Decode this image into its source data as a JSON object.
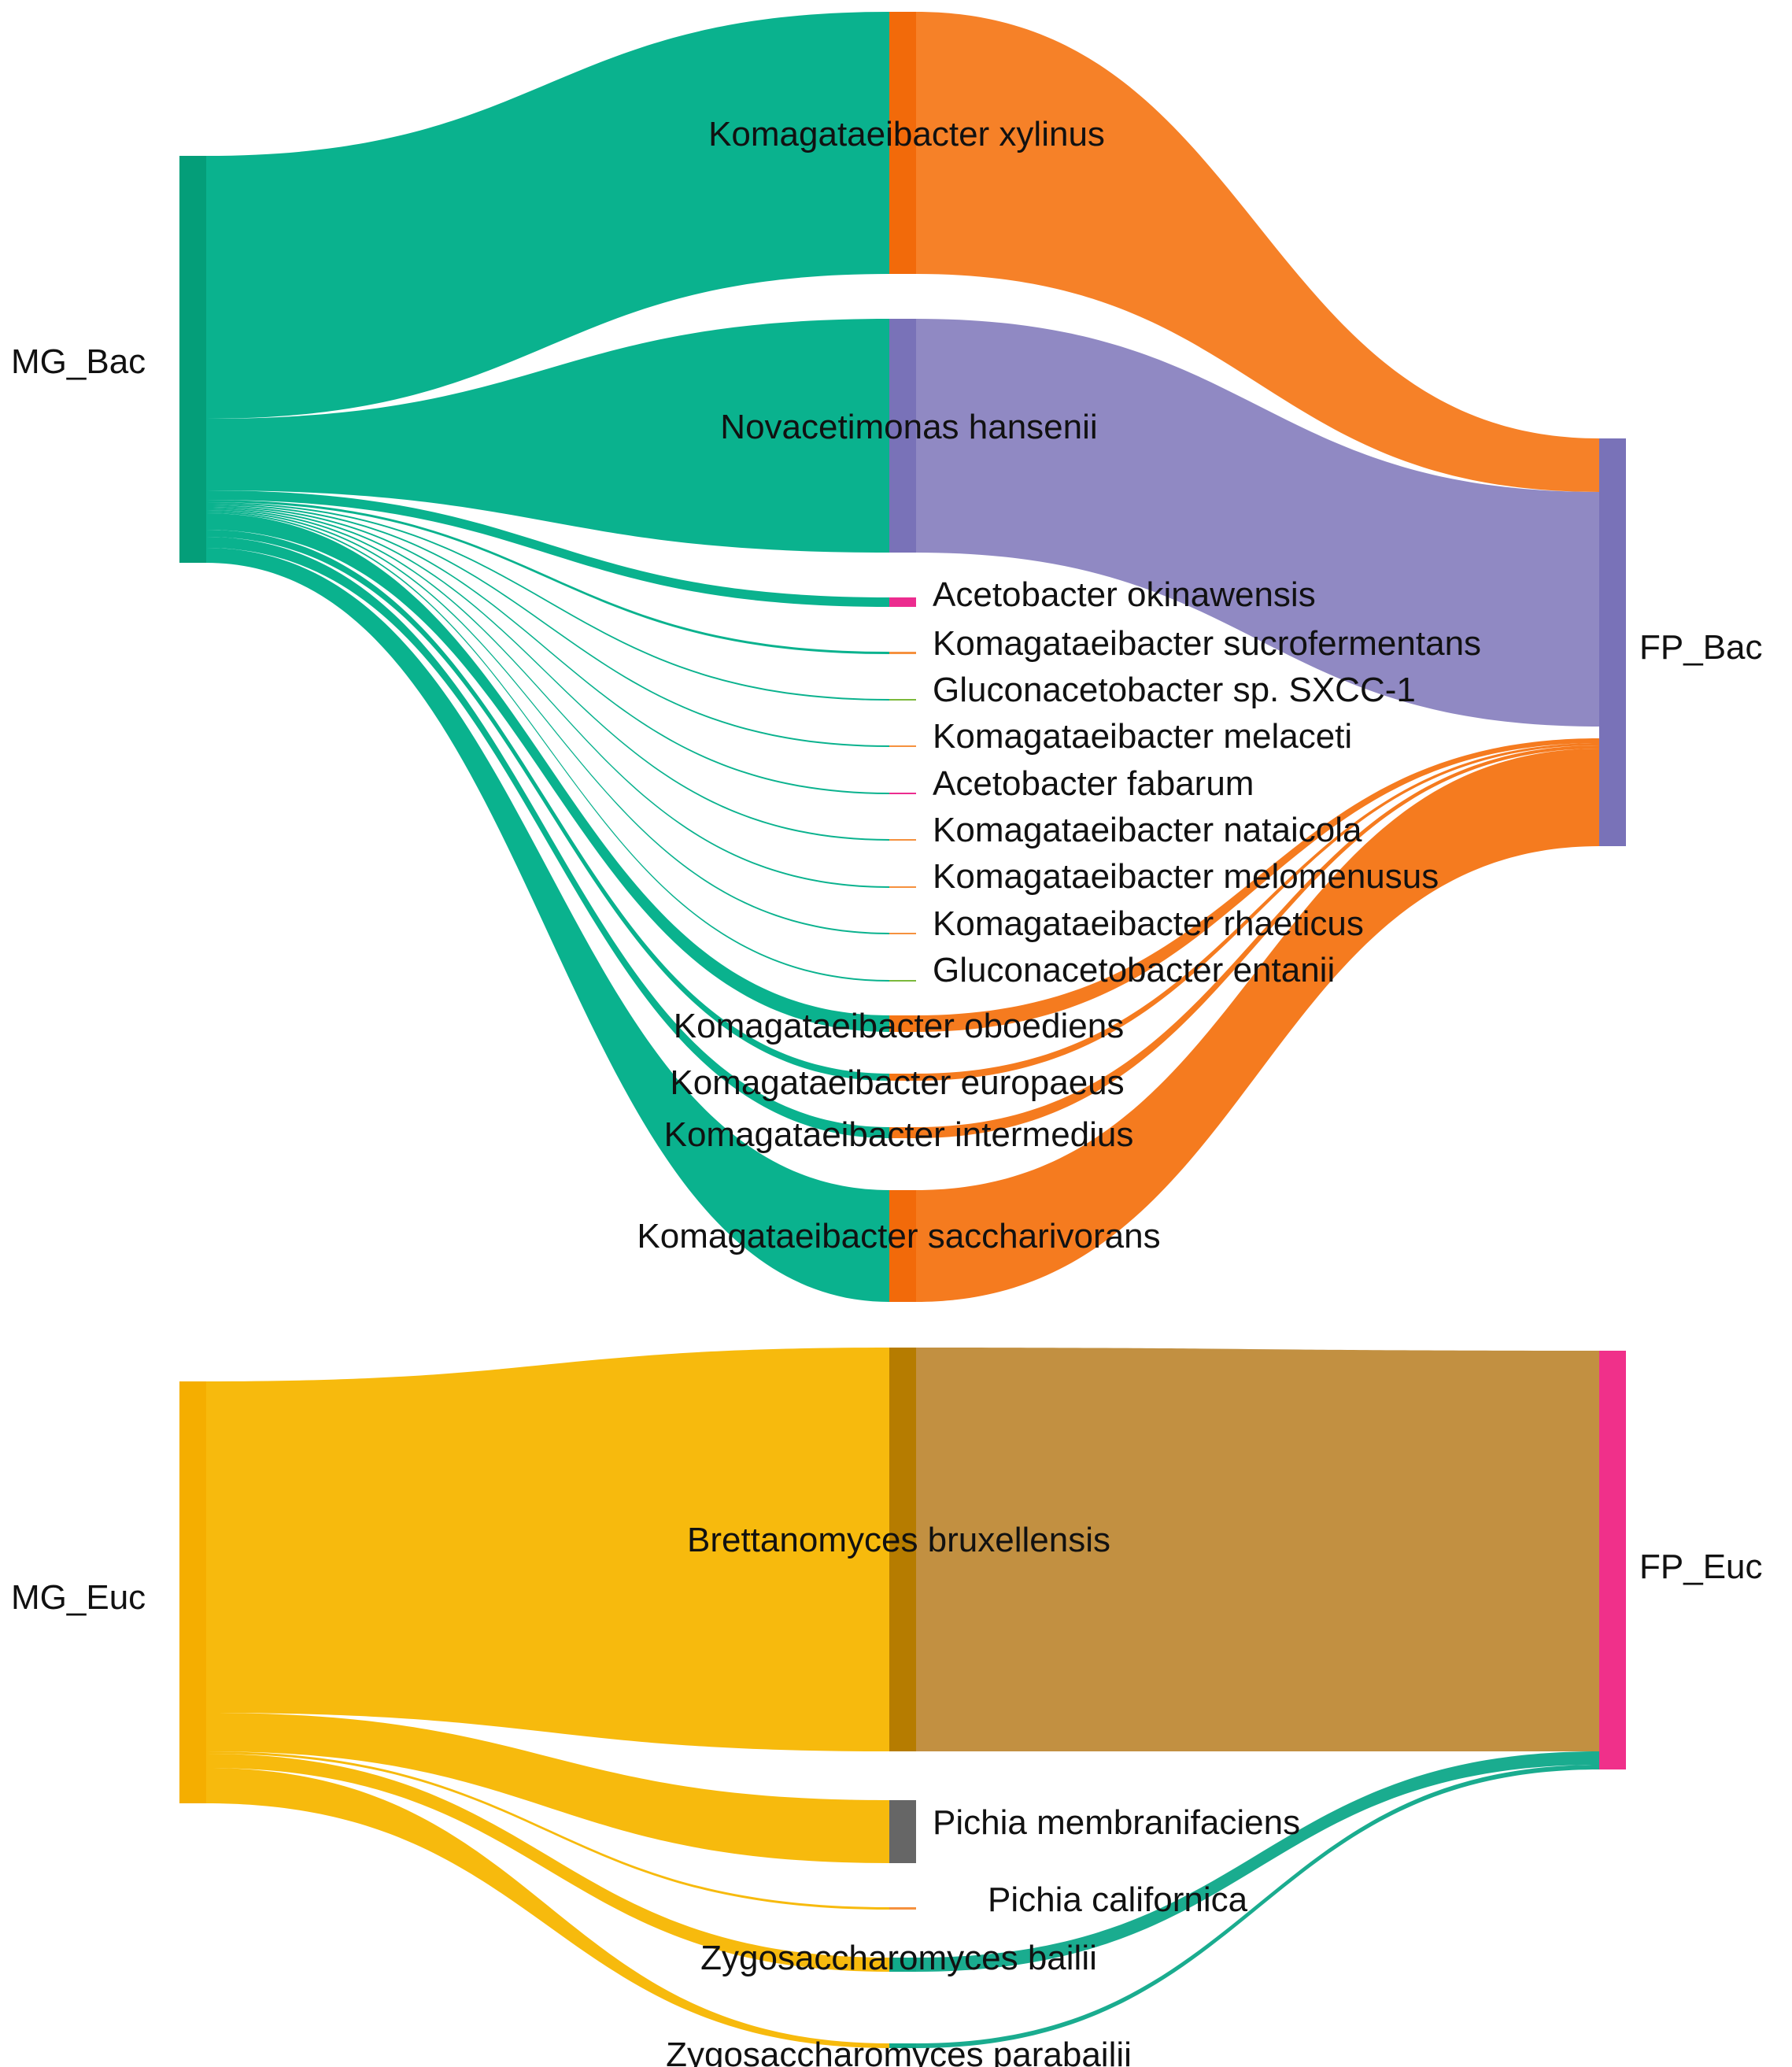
{
  "chart_data": {
    "type": "sankey",
    "diagrams": [
      {
        "source_nodes": [
          {
            "id": "MG_Bac",
            "label": "MG_Bac",
            "color": "#049E79"
          }
        ],
        "middle_nodes": [
          {
            "id": "kx",
            "label": "Komagataeibacter xylinus",
            "color": "#F26A0A",
            "flow_color": "#F57616",
            "target": "FP_Bac"
          },
          {
            "id": "nh",
            "label": "Novacetimonas hansenii",
            "color": "#7972B8",
            "flow_color": "#8B84C1",
            "target": "FP_Bac"
          },
          {
            "id": "ao",
            "label": "Acetobacter okinawensis",
            "color": "#EC2C8F",
            "flow_color": "#EC2C8F",
            "target": null
          },
          {
            "id": "ks",
            "label": "Komagataeibacter sucrofermentans",
            "color": "#F5913E",
            "flow_color": "#F5913E",
            "target": null
          },
          {
            "id": "gs",
            "label": "Gluconacetobacter sp. SXCC-1",
            "color": "#7BB93B",
            "flow_color": "#7BB93B",
            "target": null
          },
          {
            "id": "kme",
            "label": "Komagataeibacter melaceti",
            "color": "#F5913E",
            "flow_color": "#F5913E",
            "target": null
          },
          {
            "id": "af",
            "label": "Acetobacter fabarum",
            "color": "#EC2C8F",
            "flow_color": "#EC2C8F",
            "target": null
          },
          {
            "id": "kn",
            "label": "Komagataeibacter nataicola",
            "color": "#F5913E",
            "flow_color": "#F5913E",
            "target": null
          },
          {
            "id": "kmm",
            "label": "Komagataeibacter melomenusus",
            "color": "#F5913E",
            "flow_color": "#F5913E",
            "target": null
          },
          {
            "id": "kr",
            "label": "Komagataeibacter rhaeticus",
            "color": "#F5913E",
            "flow_color": "#F5913E",
            "target": null
          },
          {
            "id": "ge",
            "label": "Gluconacetobacter entanii",
            "color": "#7BB93B",
            "flow_color": "#7BB93B",
            "target": null
          },
          {
            "id": "kob",
            "label": "Komagataeibacter oboediens",
            "color": "#F57616",
            "flow_color": "#F57616",
            "target": "FP_Bac"
          },
          {
            "id": "keu",
            "label": "Komagataeibacter europaeus",
            "color": "#F57616",
            "flow_color": "#F57616",
            "target": "FP_Bac"
          },
          {
            "id": "kin",
            "label": "Komagataeibacter intermedius",
            "color": "#F57616",
            "flow_color": "#F57616",
            "target": "FP_Bac"
          },
          {
            "id": "ksa",
            "label": "Komagataeibacter saccharivorans",
            "color": "#F26A0A",
            "flow_color": "#F57616",
            "target": "FP_Bac"
          }
        ],
        "target_nodes": [
          {
            "id": "FP_Bac",
            "label": "FP_Bac",
            "color": "#7972B8"
          }
        ]
      },
      {
        "source_nodes": [
          {
            "id": "MG_Euc",
            "label": "MG_Euc",
            "color": "#F5AE00"
          }
        ],
        "middle_nodes": [
          {
            "id": "bb",
            "label": "Brettanomyces bruxellensis",
            "color": "#B67C00",
            "flow_color": "#BF8B39",
            "target": "FP_Euc"
          },
          {
            "id": "pm",
            "label": "Pichia membranifaciens",
            "color": "#666666",
            "flow_color": null,
            "target": null
          },
          {
            "id": "pc",
            "label": "Pichia californica",
            "color": "#F5913E",
            "flow_color": null,
            "target": null
          },
          {
            "id": "zb",
            "label": "Zygosaccharomyces bailii",
            "color": "#11A98A",
            "flow_color": "#11A98A",
            "target": "FP_Euc"
          },
          {
            "id": "zp",
            "label": "Zygosaccharomyces parabailii",
            "color": "#11A98A",
            "flow_color": "#11A98A",
            "target": "FP_Euc"
          }
        ],
        "target_nodes": [
          {
            "id": "FP_Euc",
            "label": "FP_Euc",
            "color": "#F0308A"
          }
        ]
      }
    ],
    "colors": {
      "bac_source_flow": "#02B08A",
      "euc_source_flow": "#F7B805"
    }
  }
}
